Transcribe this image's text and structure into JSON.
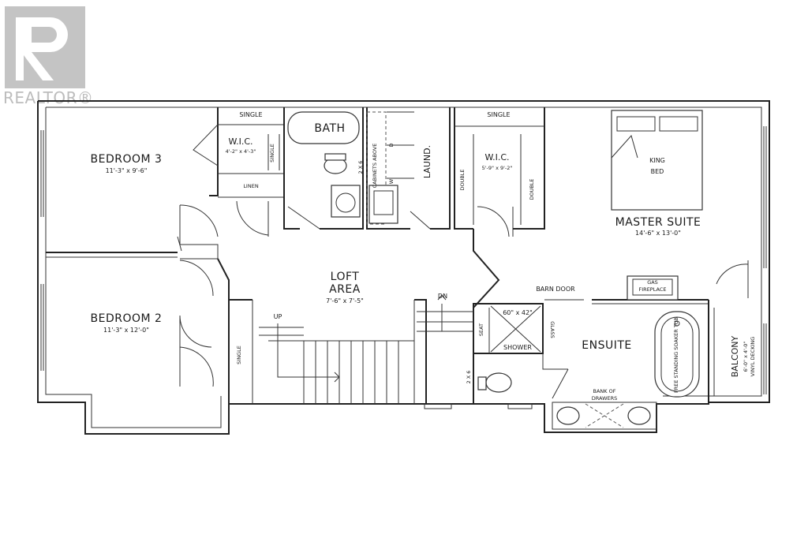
{
  "watermark": {
    "brand": "REALTOR®"
  },
  "rooms": {
    "bedroom3": {
      "name": "BEDROOM 3",
      "dims": "11'-3\" x 9'-6\""
    },
    "bedroom2": {
      "name": "BEDROOM 2",
      "dims": "11'-3\" x 12'-0\""
    },
    "wic1": {
      "name": "W.I.C.",
      "dims": "4'-2\" x 4'-3\""
    },
    "wic2": {
      "name": "W.I.C.",
      "dims": "5'-9\" x 9'-2\""
    },
    "bath": {
      "name": "BATH"
    },
    "laundry": {
      "name": "LAUND."
    },
    "loft": {
      "name1": "LOFT",
      "name2": "AREA",
      "dims": "7'-6\" x 7'-5\""
    },
    "master": {
      "name": "MASTER SUITE",
      "dims": "14'-6\" x 13'-0\""
    },
    "ensuite": {
      "name": "ENSUITE"
    },
    "balcony": {
      "name": "BALCONY",
      "dims": "6'-0\" x 4'-0\"",
      "note": "VINYL DECKING"
    }
  },
  "fixtures": {
    "single_top_left": "SINGLE",
    "single_top_right": "SINGLE",
    "single_wic": "SINGLE",
    "single_stair": "SINGLE",
    "linen": "LINEN",
    "double_left": "DOUBLE",
    "double_right": "DOUBLE",
    "king_bed_1": "KING",
    "king_bed_2": "BED",
    "gas_fireplace_1": "GAS",
    "gas_fireplace_2": "FIREPLACE",
    "tub": "FREE STANDING SOAKER TUB",
    "shower_size": "60\" x 42\"",
    "shower": "SHOWER",
    "seat": "SEAT",
    "glass": "GLASS",
    "barn_door": "BARN DOOR",
    "bank_drawers_1": "BANK OF",
    "bank_drawers_2": "DRAWERS",
    "cabinets_above": "CABINETS ABOVE",
    "w": "W",
    "d": "D",
    "two_by_six_1": "2 X 6",
    "two_by_six_2": "2 X 6",
    "up": "UP",
    "dn": "DN"
  }
}
